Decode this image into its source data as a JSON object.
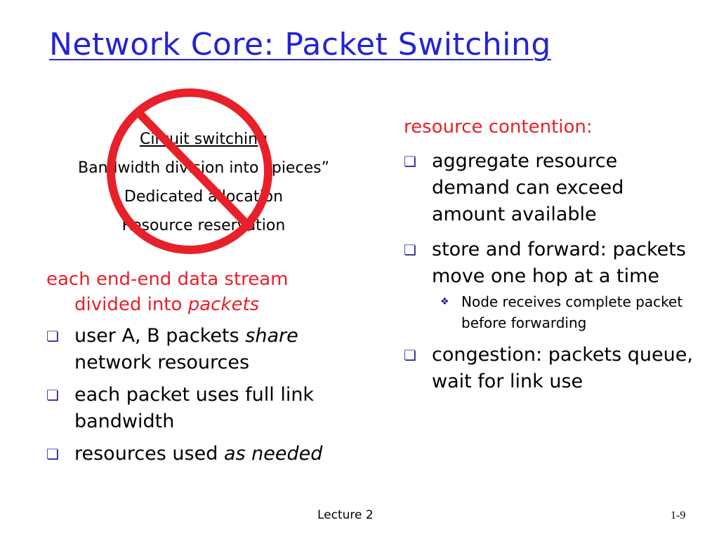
{
  "slide": {
    "title": "Network Core: Packet Switching"
  },
  "circuit": {
    "heading": "Circuit switching",
    "lines": [
      "Bandwidth division into “pieces”",
      "Dedicated allocation",
      "Resource reservation"
    ],
    "sign_color": "#e8202a"
  },
  "left": {
    "lead_line1": "each end-end data stream",
    "lead_line2_prefix": "divided into ",
    "lead_line2_italic": "packets",
    "bullets": [
      {
        "prefix": "user A, B packets ",
        "italic": "share",
        "suffix": " network resources"
      },
      {
        "prefix": "each packet uses full link bandwidth",
        "italic": "",
        "suffix": ""
      },
      {
        "prefix": "resources used ",
        "italic": "as needed",
        "suffix": ""
      }
    ]
  },
  "right": {
    "lead": "resource contention:",
    "bullets": [
      "aggregate resource demand can exceed amount available",
      "store and forward: packets move one hop at a time"
    ],
    "sub_bullet": "Node receives complete packet before forwarding",
    "last_bullet": "congestion: packets queue, wait for link use"
  },
  "footer": {
    "center": "Lecture 2",
    "page": "1-9"
  },
  "colors": {
    "title": "#2323d8",
    "accent_red": "#e8202a",
    "bullet_marker": "#1f1f9a"
  },
  "icons": {
    "bullet": "square-bullet-icon",
    "sub_bullet": "diamond-bullet-icon",
    "prohibition": "no-sign-icon"
  }
}
